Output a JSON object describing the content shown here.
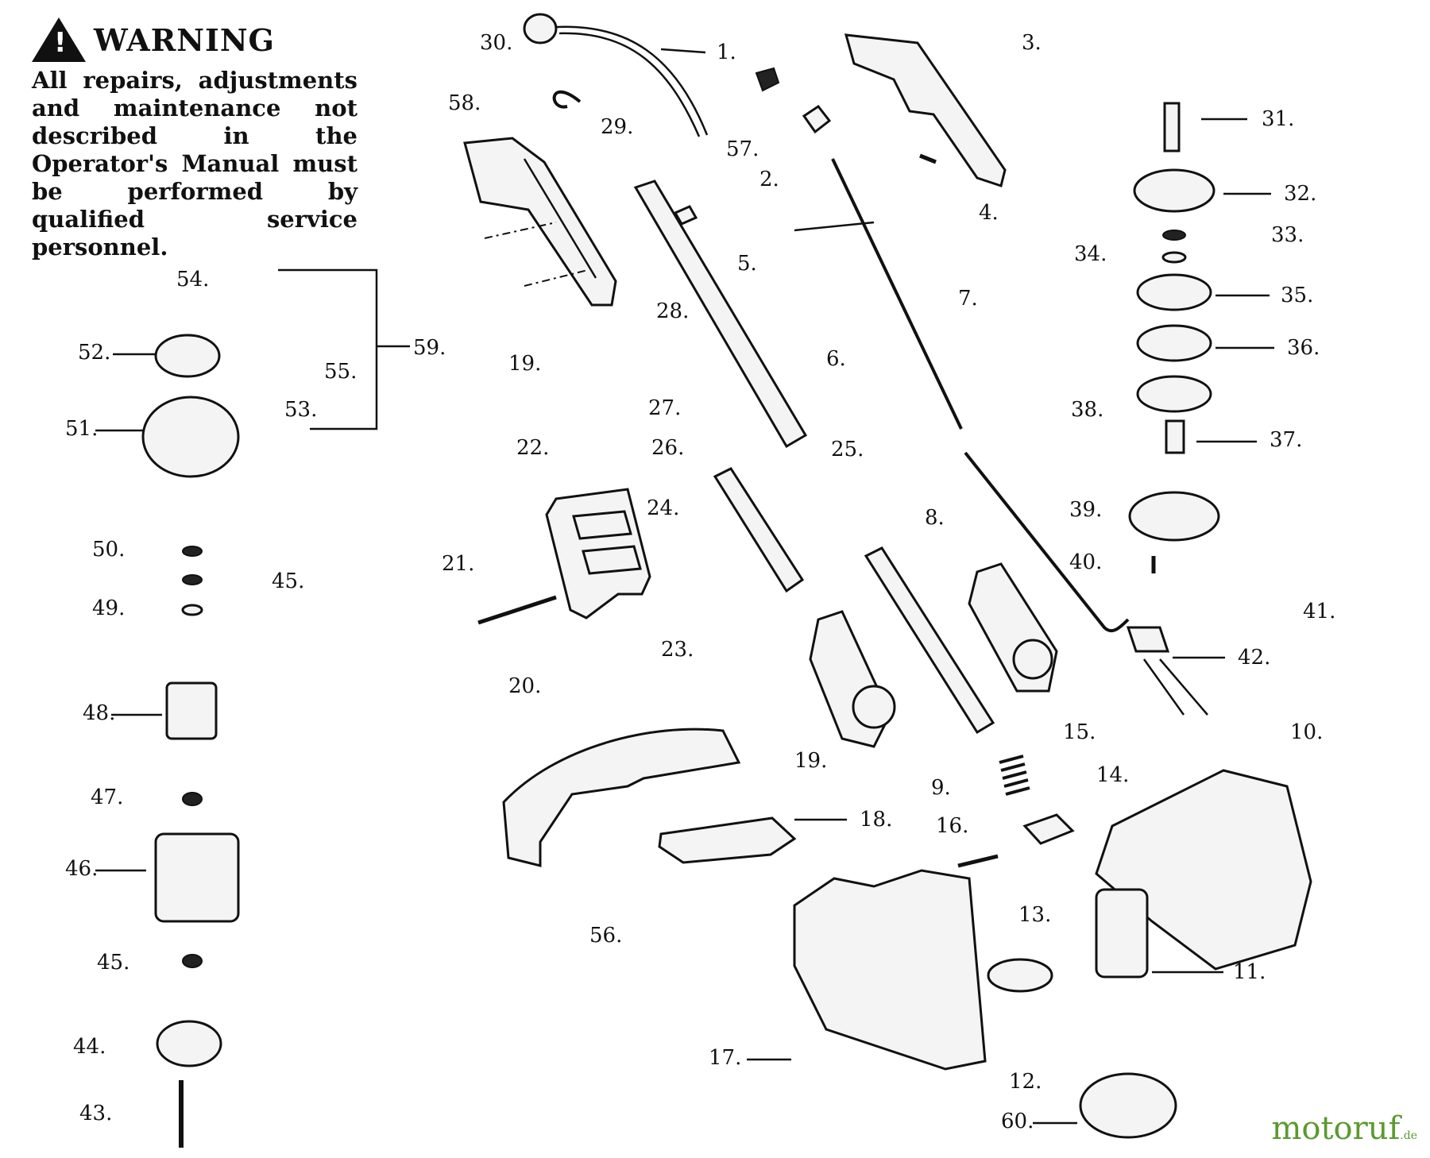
{
  "warning": {
    "title": "WARNING",
    "text": "All repairs, adjustments and maintenance not described in the Operator's Manual must be performed by qualified service personnel."
  },
  "watermark": {
    "name": "motoruf",
    "suffix": ".de"
  },
  "callouts": [
    {
      "id": "c1",
      "label": "1."
    },
    {
      "id": "c2",
      "label": "2."
    },
    {
      "id": "c3",
      "label": "3."
    },
    {
      "id": "c4",
      "label": "4."
    },
    {
      "id": "c5",
      "label": "5."
    },
    {
      "id": "c6",
      "label": "6."
    },
    {
      "id": "c7",
      "label": "7."
    },
    {
      "id": "c8",
      "label": "8."
    },
    {
      "id": "c9",
      "label": "9."
    },
    {
      "id": "c10",
      "label": "10."
    },
    {
      "id": "c11",
      "label": "11."
    },
    {
      "id": "c12",
      "label": "12."
    },
    {
      "id": "c13",
      "label": "13."
    },
    {
      "id": "c14",
      "label": "14."
    },
    {
      "id": "c15",
      "label": "15."
    },
    {
      "id": "c16",
      "label": "16."
    },
    {
      "id": "c17",
      "label": "17."
    },
    {
      "id": "c18",
      "label": "18."
    },
    {
      "id": "c19a",
      "label": "19."
    },
    {
      "id": "c19b",
      "label": "19."
    },
    {
      "id": "c20",
      "label": "20."
    },
    {
      "id": "c21",
      "label": "21."
    },
    {
      "id": "c22",
      "label": "22."
    },
    {
      "id": "c23",
      "label": "23."
    },
    {
      "id": "c24",
      "label": "24."
    },
    {
      "id": "c25",
      "label": "25."
    },
    {
      "id": "c26",
      "label": "26."
    },
    {
      "id": "c27",
      "label": "27."
    },
    {
      "id": "c28",
      "label": "28."
    },
    {
      "id": "c29",
      "label": "29."
    },
    {
      "id": "c30",
      "label": "30."
    },
    {
      "id": "c31",
      "label": "31."
    },
    {
      "id": "c32",
      "label": "32."
    },
    {
      "id": "c33",
      "label": "33."
    },
    {
      "id": "c34",
      "label": "34."
    },
    {
      "id": "c35",
      "label": "35."
    },
    {
      "id": "c36",
      "label": "36."
    },
    {
      "id": "c37",
      "label": "37."
    },
    {
      "id": "c38",
      "label": "38."
    },
    {
      "id": "c39",
      "label": "39."
    },
    {
      "id": "c40",
      "label": "40."
    },
    {
      "id": "c41",
      "label": "41."
    },
    {
      "id": "c42",
      "label": "42."
    },
    {
      "id": "c43",
      "label": "43."
    },
    {
      "id": "c44",
      "label": "44."
    },
    {
      "id": "c45a",
      "label": "45."
    },
    {
      "id": "c45b",
      "label": "45."
    },
    {
      "id": "c46",
      "label": "46."
    },
    {
      "id": "c47",
      "label": "47."
    },
    {
      "id": "c48",
      "label": "48."
    },
    {
      "id": "c49",
      "label": "49."
    },
    {
      "id": "c50",
      "label": "50."
    },
    {
      "id": "c51",
      "label": "51."
    },
    {
      "id": "c52",
      "label": "52."
    },
    {
      "id": "c53",
      "label": "53."
    },
    {
      "id": "c54",
      "label": "54."
    },
    {
      "id": "c55",
      "label": "55."
    },
    {
      "id": "c56",
      "label": "56."
    },
    {
      "id": "c57",
      "label": "57."
    },
    {
      "id": "c58",
      "label": "58."
    },
    {
      "id": "c59",
      "label": "59."
    },
    {
      "id": "c60",
      "label": "60."
    }
  ]
}
